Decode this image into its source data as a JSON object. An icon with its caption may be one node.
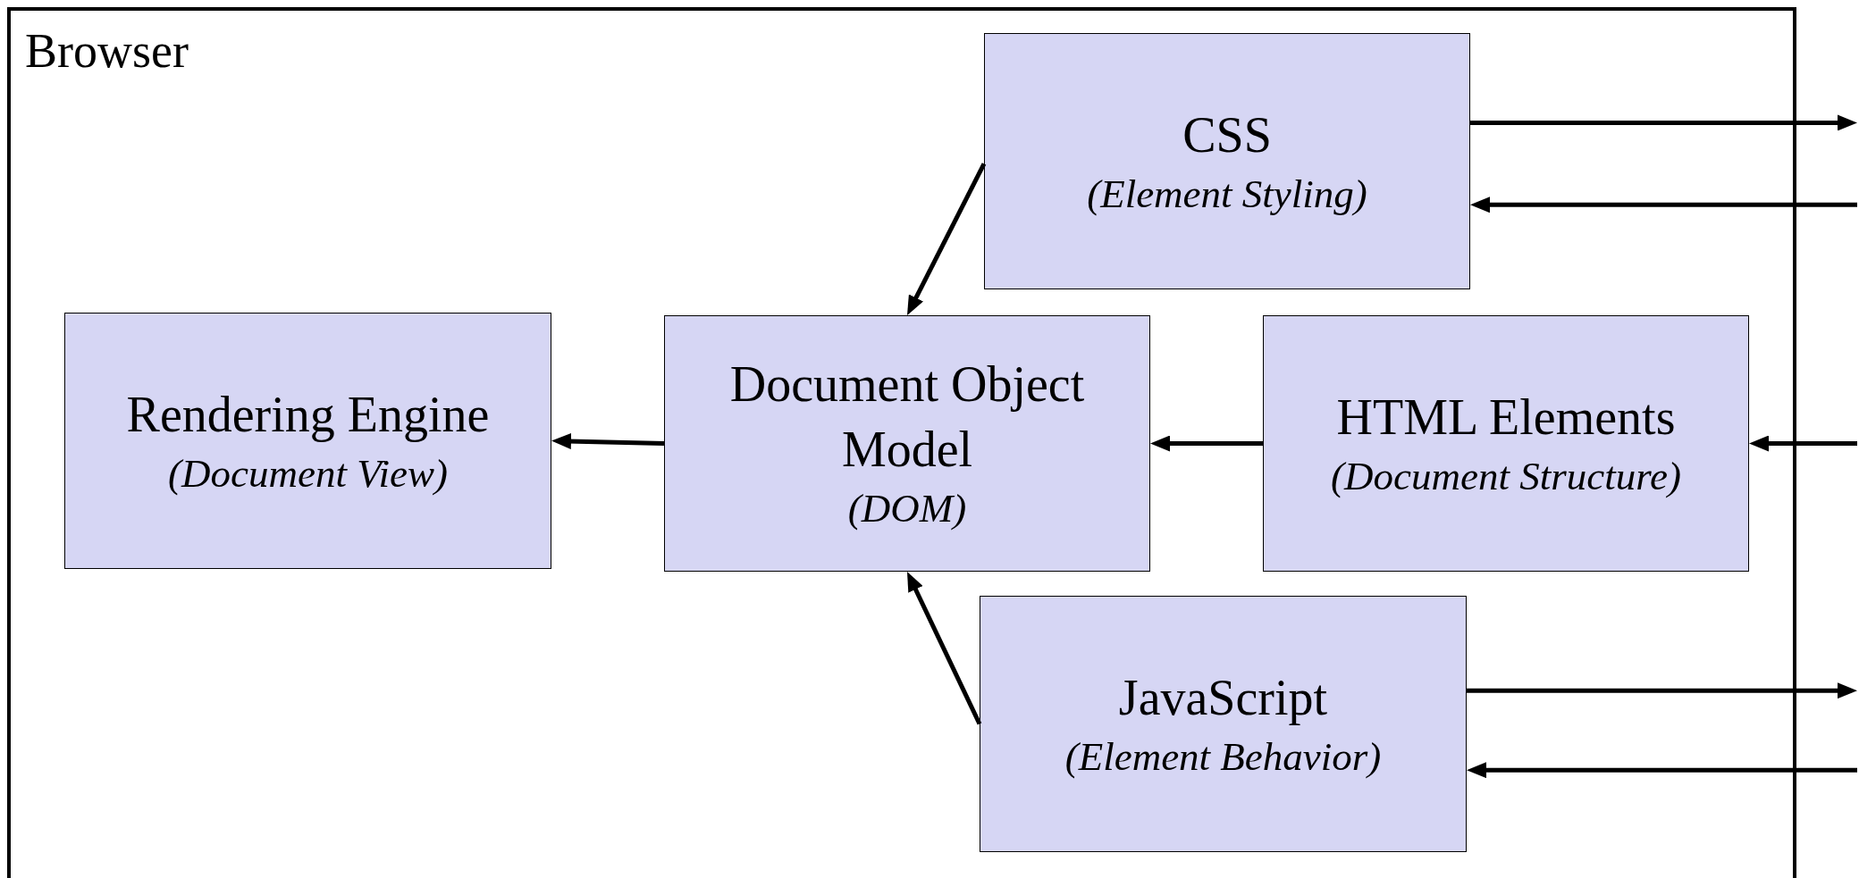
{
  "diagram": {
    "nodes": [
      {
        "text": [
          "Browser"
        ]
      },
      {
        "text": [
          "CSS",
          "(Element Styling)"
        ],
        "in": 0
      },
      {
        "text": [
          "Rendering Engine",
          "(Document View)"
        ],
        "in": 0
      },
      {
        "text": [
          "Document Object Model",
          "(DOM)"
        ],
        "in": 0
      },
      {
        "text": [
          "HTML Elements",
          "(Document Structure)"
        ],
        "in": 0
      },
      {
        "text": [
          "JavaScript",
          "(Element Behavior)"
        ],
        "in": 0
      }
    ],
    "edges": [
      {
        "from": 1,
        "to": 3,
        "arrow": "to"
      },
      {
        "from": 3,
        "to": 2,
        "arrow": "to"
      },
      {
        "from": 4,
        "to": 3,
        "arrow": "to"
      },
      {
        "from": 5,
        "to": 3,
        "arrow": "to"
      },
      {
        "from": 1,
        "to": null,
        "arrow": "to"
      },
      {
        "from": null,
        "to": 1,
        "arrow": "to"
      },
      {
        "from": null,
        "to": 4,
        "arrow": "to"
      },
      {
        "from": 5,
        "to": null,
        "arrow": "to"
      },
      {
        "from": null,
        "to": 5,
        "arrow": "to"
      }
    ]
  }
}
